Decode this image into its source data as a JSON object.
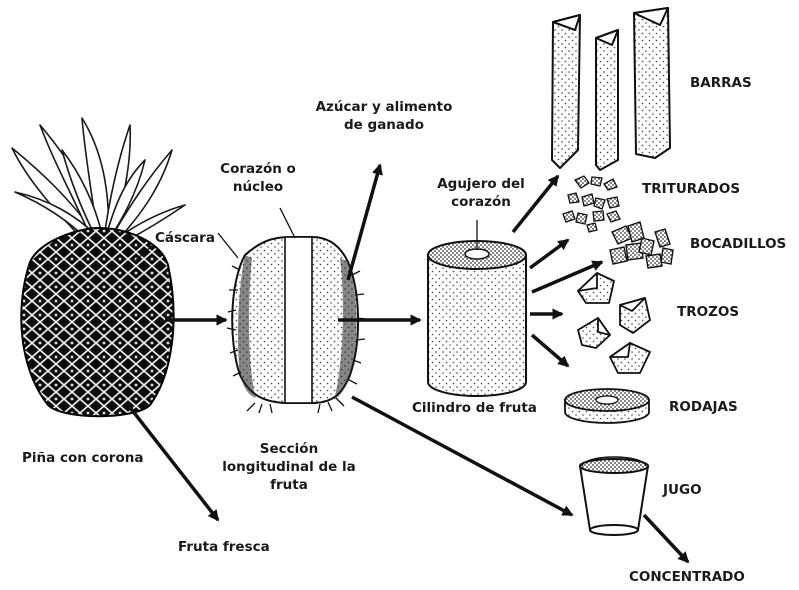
{
  "labels": {
    "pina": "Piña con corona",
    "cascara": "Cáscara",
    "corazon": "Corazón o núcleo",
    "seccion": "Sección longitudinal de la fruta",
    "azucar": "Azúcar y alimento de ganado",
    "fresca": "Fruta fresca",
    "agujero": "Agujero del corazón",
    "cilindro": "Cilindro de fruta",
    "concentrado": "CONCENTRADO"
  },
  "products": [
    "BARRAS",
    "TRITURADOS",
    "BOCADILLOS",
    "TROZOS",
    "RODAJAS",
    "JUGO"
  ]
}
